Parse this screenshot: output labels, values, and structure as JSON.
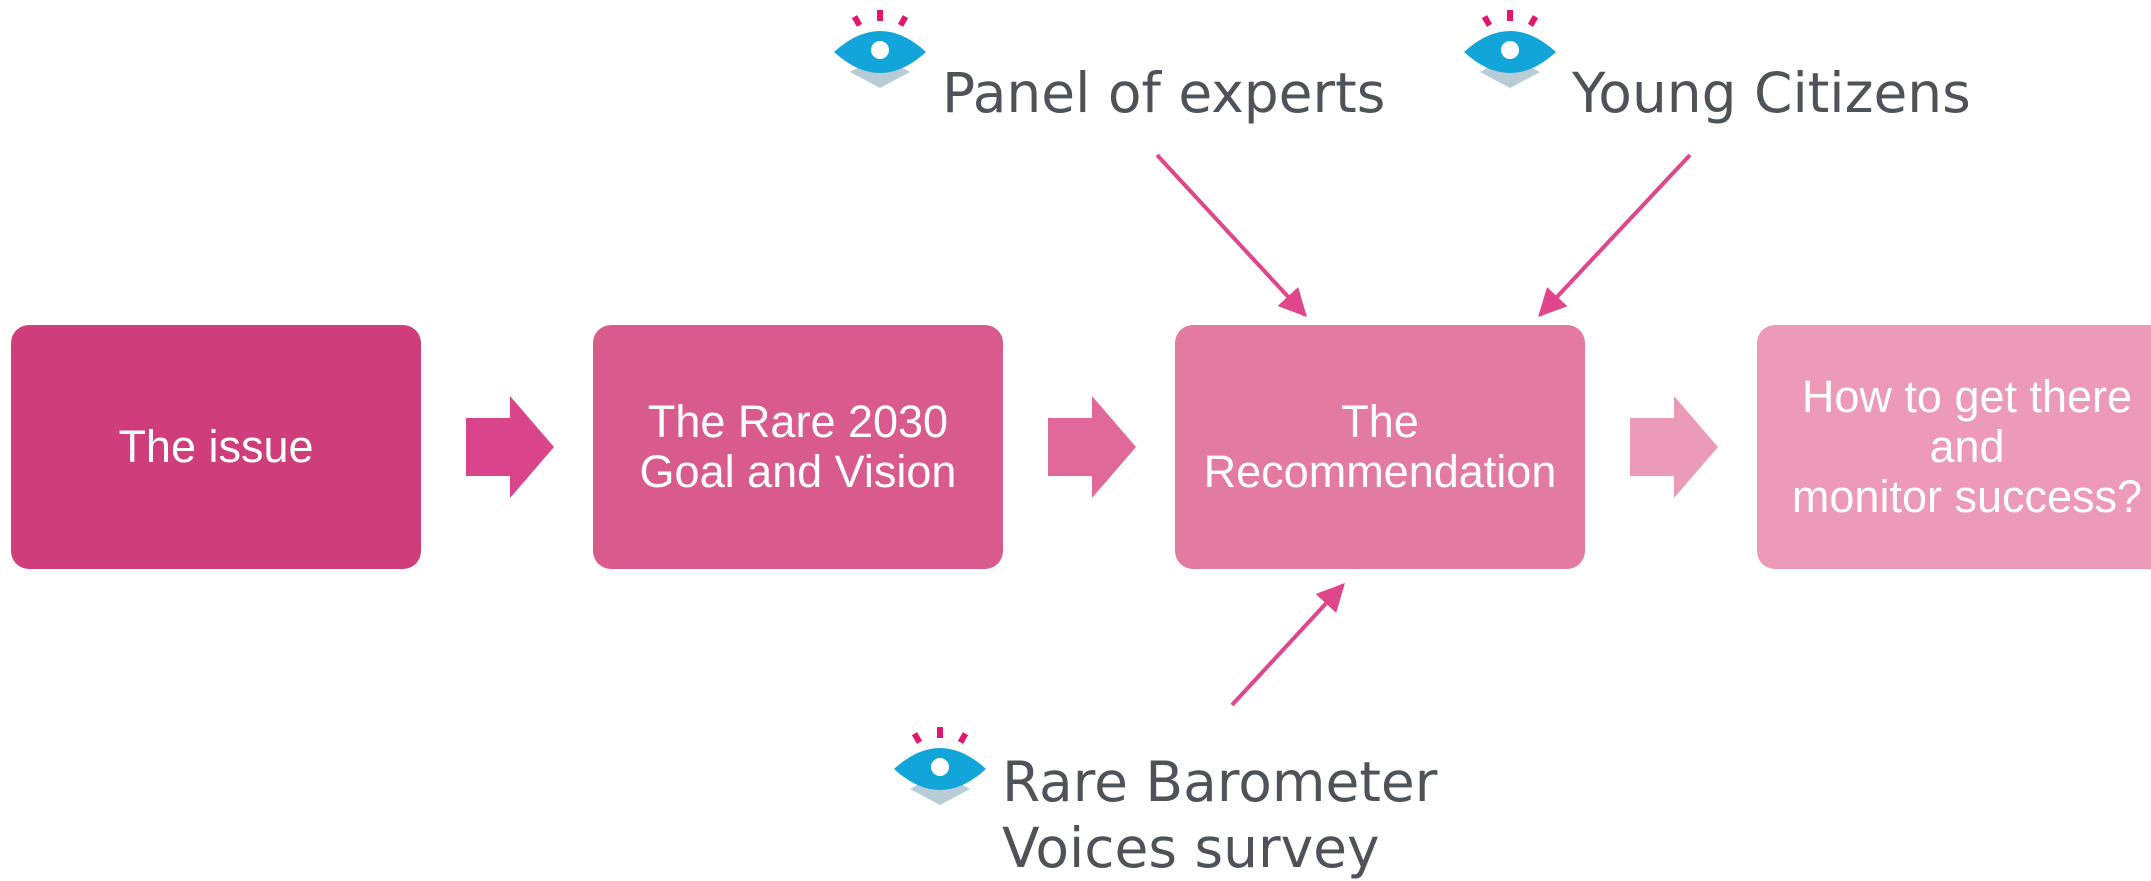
{
  "flow": {
    "steps": [
      {
        "label": "The issue",
        "color": "#cf3d7b"
      },
      {
        "label": "The Rare 2030\nGoal and Vision",
        "color": "#d95b8e"
      },
      {
        "label": "The\nRecommendation",
        "color": "#e37aa1"
      },
      {
        "label": "How to get there\nand\nmonitor success?",
        "color": "#ec9ab8"
      }
    ],
    "arrow_colors": [
      "#d9448a",
      "#e0699a",
      "#eb9bb8"
    ]
  },
  "sources": {
    "panel_of_experts": "Panel of experts",
    "young_citizens": "Young Citizens",
    "rare_barometer": "Rare Barometer\nVoices survey"
  },
  "colors": {
    "eye_blue": "#12a5d9",
    "eye_shadow": "#b8ccd6",
    "eye_lash": "#e2156f",
    "connector": "#e0468c",
    "label_text": "#4d5358"
  }
}
